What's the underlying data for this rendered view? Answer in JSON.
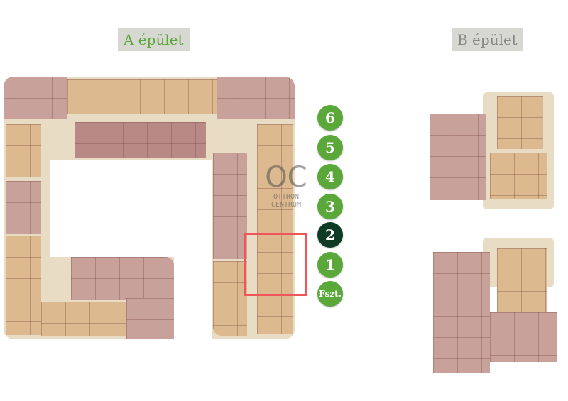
{
  "buildings": {
    "a_label": "A épület",
    "b_label": "B épület"
  },
  "floors": [
    {
      "label": "6",
      "active": false
    },
    {
      "label": "5",
      "active": false
    },
    {
      "label": "4",
      "active": false
    },
    {
      "label": "3",
      "active": false
    },
    {
      "label": "2",
      "active": true
    },
    {
      "label": "1",
      "active": false
    },
    {
      "label": "Fszt.",
      "active": false
    }
  ],
  "watermark": {
    "logo": "OC",
    "line1": "OTTHON",
    "line2": "CENTRUM"
  },
  "colors": {
    "accent": "#5aa73a",
    "active": "#0d3b24",
    "selection": "#f0555a"
  }
}
